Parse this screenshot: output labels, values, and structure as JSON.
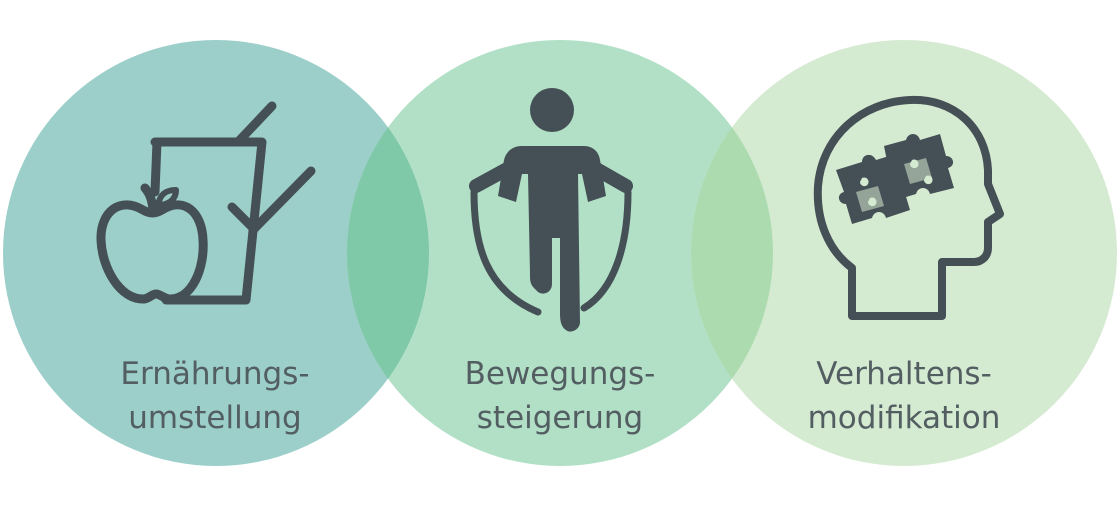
{
  "colors": {
    "circle_1": "#9ccfc9",
    "circle_2": "#b2e0c6",
    "circle_3": "#d5ebd1",
    "overlap_1_2": "#7fc8a8",
    "overlap_2_3": "#acdbb0",
    "icon": "#454f56",
    "text": "#535e62"
  },
  "items": [
    {
      "icon": "apple-glass-check-icon",
      "line1": "Ernährungs-",
      "line2": "umstellung"
    },
    {
      "icon": "jump-rope-person-icon",
      "line1": "Bewegungs-",
      "line2": "steigerung"
    },
    {
      "icon": "head-puzzle-icon",
      "line1": "Verhaltens-",
      "line2": "modifikation"
    }
  ]
}
